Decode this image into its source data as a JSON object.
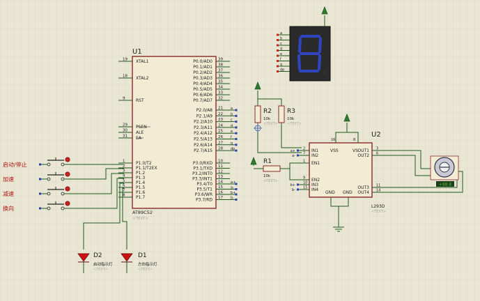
{
  "u1": {
    "ref": "U1",
    "part": "AT89C52",
    "text": "<TEXT>",
    "left_pins": [
      {
        "num": "19",
        "name": "XTAL1"
      },
      {
        "num": "18",
        "name": "XTAL2"
      },
      {
        "num": "9",
        "name": "RST"
      },
      {
        "num": "29",
        "name": "PSEN"
      },
      {
        "num": "30",
        "name": "ALE"
      },
      {
        "num": "31",
        "name": "EA"
      },
      {
        "num": "1",
        "name": "P1.0/T2"
      },
      {
        "num": "2",
        "name": "P1.1/T2EX"
      },
      {
        "num": "3",
        "name": "P1.2"
      },
      {
        "num": "4",
        "name": "P1.3"
      },
      {
        "num": "5",
        "name": "P1.4"
      },
      {
        "num": "6",
        "name": "P1.5"
      },
      {
        "num": "7",
        "name": "P1.6"
      },
      {
        "num": "8",
        "name": "P1.7"
      }
    ],
    "right_pins": [
      {
        "num": "39",
        "name": "P0.0/AD0",
        "net": ""
      },
      {
        "num": "38",
        "name": "P0.1/AD1",
        "net": ""
      },
      {
        "num": "37",
        "name": "P0.2/AD2",
        "net": ""
      },
      {
        "num": "36",
        "name": "P0.3/AD3",
        "net": ""
      },
      {
        "num": "35",
        "name": "P0.4/AD4",
        "net": ""
      },
      {
        "num": "34",
        "name": "P0.5/AD5",
        "net": ""
      },
      {
        "num": "33",
        "name": "P0.6/AD6",
        "net": ""
      },
      {
        "num": "32",
        "name": "P0.7/AD7",
        "net": ""
      },
      {
        "num": "21",
        "name": "P2.0/A8",
        "net": "a"
      },
      {
        "num": "22",
        "name": "P2.1/A9",
        "net": "b"
      },
      {
        "num": "23",
        "name": "P2.2/A10",
        "net": "c"
      },
      {
        "num": "24",
        "name": "P2.3/A11",
        "net": "d"
      },
      {
        "num": "25",
        "name": "P2.4/A12",
        "net": "e"
      },
      {
        "num": "26",
        "name": "P2.5/A13",
        "net": "f"
      },
      {
        "num": "27",
        "name": "P2.6/A14",
        "net": "g"
      },
      {
        "num": "28",
        "name": "P2.7/A15",
        "net": "dp"
      },
      {
        "num": "10",
        "name": "P3.0/RXD",
        "net": ""
      },
      {
        "num": "11",
        "name": "P3.1/TXD",
        "net": ""
      },
      {
        "num": "12",
        "name": "P3.2/INT0",
        "net": ""
      },
      {
        "num": "13",
        "name": "P3.3/INT1",
        "net": ""
      },
      {
        "num": "14",
        "name": "P3.4/T0",
        "net": "a+"
      },
      {
        "num": "15",
        "name": "P3.5/T1",
        "net": "a-"
      },
      {
        "num": "16",
        "name": "P3.6/WR",
        "net": "b+"
      },
      {
        "num": "17",
        "name": "P3.7/RD",
        "net": "b-"
      }
    ]
  },
  "switches": [
    {
      "label": "启动/停止"
    },
    {
      "label": "加速"
    },
    {
      "label": "减速"
    },
    {
      "label": "换向"
    }
  ],
  "leds": [
    {
      "ref": "D2",
      "desc": "启动指示灯",
      "text": "<TEXT>"
    },
    {
      "ref": "D1",
      "desc": "方向指示灯",
      "text": "<TEXT>"
    }
  ],
  "display": {
    "segments": [
      "a",
      "b",
      "c",
      "d",
      "e",
      "f",
      "g",
      "dp"
    ],
    "digit": "8"
  },
  "resistors": [
    {
      "ref": "R2",
      "value": "10k",
      "text": "<TEXT>"
    },
    {
      "ref": "R3",
      "value": "10k",
      "text": "<TEXT>"
    },
    {
      "ref": "R1",
      "value": "10k",
      "text": "<TEXT>"
    }
  ],
  "u2": {
    "ref": "U2",
    "part": "L293D",
    "text": "<TEXT>",
    "top_pins": [
      "16",
      "8"
    ],
    "left_pins": [
      {
        "num": "2",
        "name": "IN1",
        "net": "a+"
      },
      {
        "num": "7",
        "name": "IN2",
        "net": "a-"
      },
      {
        "num": "1",
        "name": "EN1",
        "net": ""
      },
      {
        "num": "9",
        "name": "EN2",
        "net": ""
      },
      {
        "num": "10",
        "name": "IN3",
        "net": "b+"
      },
      {
        "num": "15",
        "name": "IN4",
        "net": "b-"
      }
    ],
    "right_pins": [
      {
        "num": "3",
        "name": "OUT1"
      },
      {
        "num": "6",
        "name": "OUT2"
      },
      {
        "num": "11",
        "name": "OUT3"
      },
      {
        "num": "14",
        "name": "OUT4"
      }
    ],
    "inner_top": [
      "VSS",
      "VS"
    ],
    "inner_bottom": [
      "GND",
      "GND"
    ]
  },
  "motor": {
    "readout": "+88.8"
  },
  "colors": {
    "background": "#e9e6d3",
    "grid": "#d4d1bd",
    "component_body": "#f2ecd5",
    "component_outline": "#8b2a2a",
    "wire": "#1e5a1e",
    "pin_label": "#2a2a2a",
    "placeholder": "#a6a6a6",
    "segment_off": "#333333",
    "segment_on": "#2f45c0",
    "led_red": "#cc1111",
    "pin_dot_blue": "#2c3dbb",
    "pin_dot_red": "#cc1f1f",
    "motor_readout": "#55b83b"
  }
}
